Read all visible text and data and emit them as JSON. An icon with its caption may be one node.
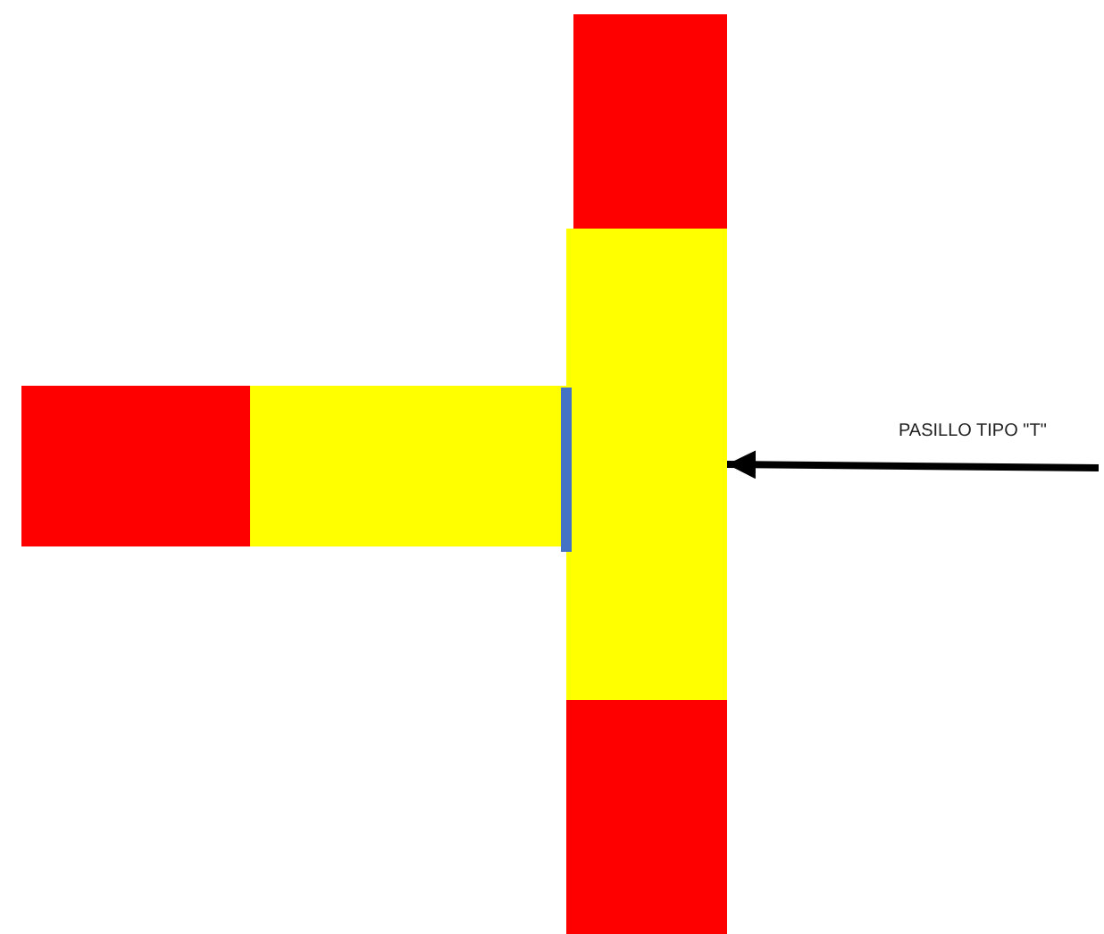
{
  "diagram": {
    "nodes": [
      {
        "text": [],
        "shape": "box"
      },
      {
        "text": [],
        "shape": "box"
      },
      {
        "text": [],
        "shape": "box"
      },
      {
        "text": [],
        "shape": "box"
      },
      {
        "text": [
          "PASILLO TIPO \"T\""
        ]
      },
      {
        "text": [],
        "shape": "box"
      }
    ],
    "edges": [
      {
        "from": 4,
        "to": 3,
        "arrow": "to"
      }
    ]
  }
}
